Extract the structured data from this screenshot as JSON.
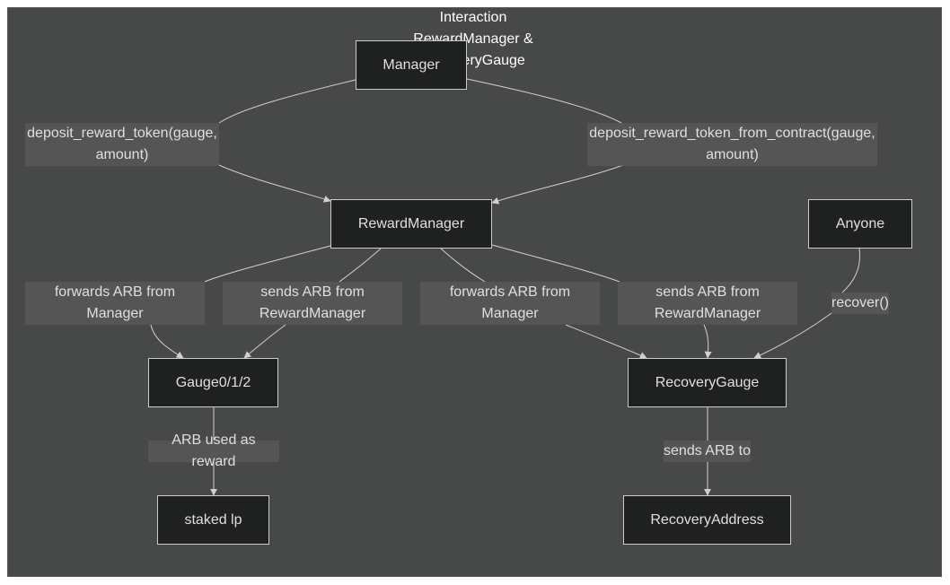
{
  "diagram": {
    "title_lines": [
      "Interaction",
      "RewardManager &",
      "RecoveryGauge"
    ],
    "nodes": {
      "manager": "Manager",
      "reward_manager": "RewardManager",
      "anyone": "Anyone",
      "gauge": "Gauge0/1/2",
      "recovery_gauge": "RecoveryGauge",
      "staked_lp": "staked lp",
      "recovery_address": "RecoveryAddress"
    },
    "edge_labels": {
      "deposit_reward_token": "deposit_reward_token(gauge, amount)",
      "deposit_from_contract": "deposit_reward_token_from_contract(gauge, amount)",
      "forwards_arb_gauge": "forwards ARB from Manager",
      "sends_arb_gauge": "sends ARB from RewardManager",
      "forwards_arb_recovery": "forwards ARB from Manager",
      "sends_arb_recovery": "sends ARB from RewardManager",
      "recover": "recover()",
      "arb_used_as_reward": "ARB used as reward",
      "sends_arb_to": "sends ARB to"
    }
  },
  "colors": {
    "background": "#474848",
    "node_fill": "#1f2020",
    "node_border": "#cccccc",
    "edge": "#d0d0d0",
    "label_bg": "#585858",
    "text": "#e0dfdf"
  }
}
